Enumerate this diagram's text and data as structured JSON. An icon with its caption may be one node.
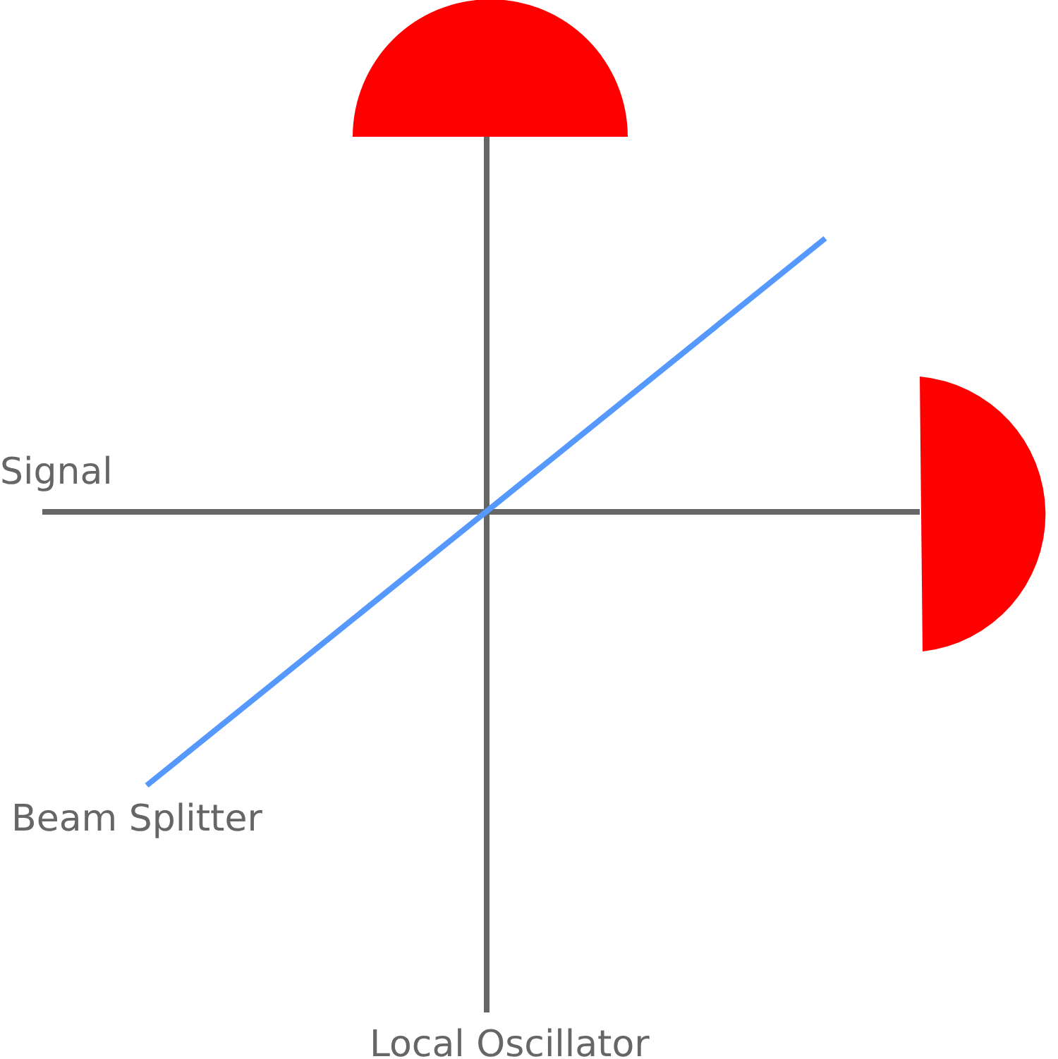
{
  "diagram": {
    "nodes": [
      {
        "text": [
          "Signal"
        ]
      },
      {
        "text": [
          "Local Oscillator"
        ]
      },
      {
        "text": [],
        "shape": "semicircle"
      },
      {
        "text": [],
        "shape": "semicircle"
      }
    ],
    "edges": [
      {
        "from": 0,
        "to": 3,
        "arrow": "none"
      },
      {
        "from": 1,
        "to": 2,
        "arrow": "none"
      }
    ],
    "labels": [
      "Beam Splitter"
    ]
  }
}
